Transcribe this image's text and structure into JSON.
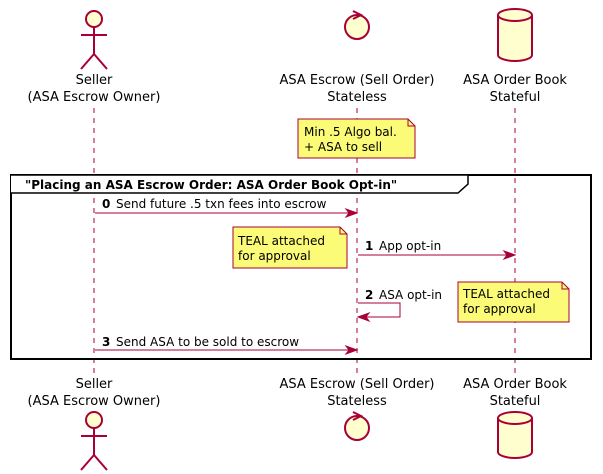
{
  "participants": [
    {
      "id": "seller",
      "kind": "actor",
      "line1": "Seller",
      "line2": "(ASA Escrow Owner)"
    },
    {
      "id": "escrow",
      "kind": "control",
      "line1": "ASA Escrow (Sell Order)",
      "line2": "Stateless"
    },
    {
      "id": "orderbook",
      "kind": "database",
      "line1": "ASA Order Book",
      "line2": "Stateful"
    }
  ],
  "notes": {
    "escrow_min": {
      "line1": "Min .5 Algo bal.",
      "line2": "+ ASA to sell"
    },
    "teal1": {
      "line1": "TEAL attached",
      "line2": "for approval"
    },
    "teal2": {
      "line1": "TEAL attached",
      "line2": "for approval"
    }
  },
  "frame": {
    "title": "\"Placing an ASA Escrow Order: ASA Order Book Opt-in\""
  },
  "messages": [
    {
      "num": "0",
      "text": "Send future .5 txn fees into escrow"
    },
    {
      "num": "1",
      "text": "App opt-in"
    },
    {
      "num": "2",
      "text": "ASA opt-in"
    },
    {
      "num": "3",
      "text": "Send ASA to be sold to escrow"
    }
  ],
  "colors": {
    "line": "#A80036",
    "participant_fill": "#FEFECE",
    "note_fill": "#FBFB77"
  }
}
